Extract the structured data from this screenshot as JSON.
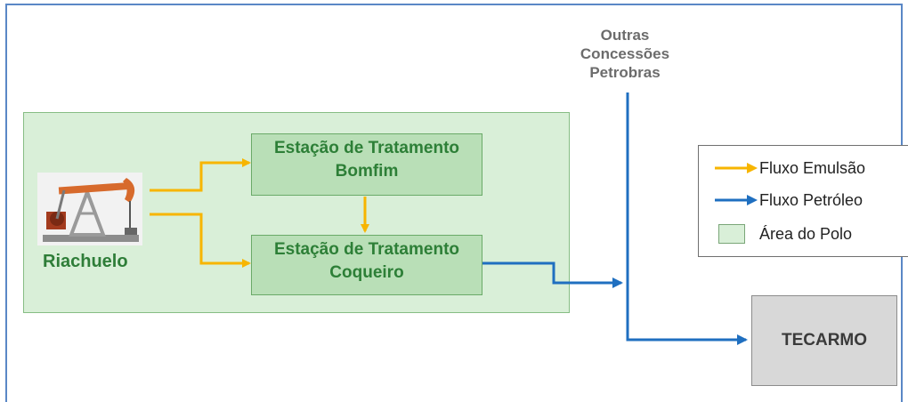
{
  "colors": {
    "emulsion": "#f7b500",
    "petroleum": "#1f6fc0",
    "area_fill": "#d9efd8",
    "station_fill": "#b9dfb7",
    "station_text": "#2d7f37"
  },
  "nodes": {
    "riachuelo": {
      "label": "Riachuelo",
      "icon": "pumpjack-icon"
    },
    "bomfim": {
      "line1": "Estação de Tratamento",
      "line2": "Bomfim"
    },
    "coqueiro": {
      "line1": "Estação de Tratamento",
      "line2": "Coqueiro"
    },
    "outras": {
      "line1": "Outras",
      "line2": "Concessões",
      "line3": "Petrobras"
    },
    "tecarmo": {
      "label": "TECARMO"
    }
  },
  "legend": {
    "emulsion": "Fluxo Emulsão",
    "petroleum": "Fluxo Petróleo",
    "area": "Área do Polo"
  }
}
